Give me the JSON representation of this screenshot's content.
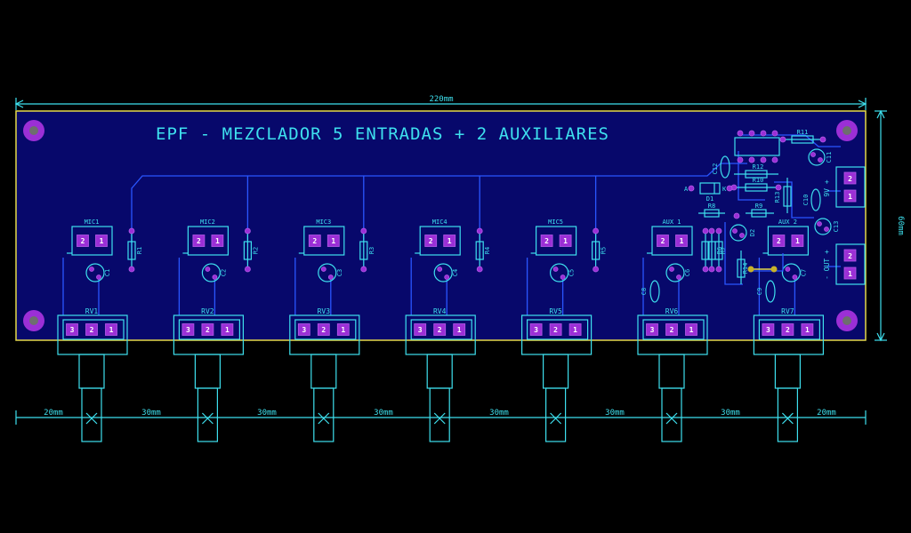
{
  "board": {
    "title": "EPF - MEZCLADOR 5 ENTRADAS + 2 AUXILIARES",
    "width_label": "220mm",
    "height_label": "60mm",
    "board_color": "#07086b",
    "outline_color": "#e5d94a",
    "silk_color": "#3ee0ee",
    "pad_color": "#9b2fd6",
    "trace_color": "#2a56ff"
  },
  "spacing_labels": [
    "20mm",
    "30mm",
    "30mm",
    "30mm",
    "30mm",
    "30mm",
    "30mm",
    "20mm"
  ],
  "channels": [
    {
      "input": "MIC1",
      "pot": "RV1",
      "resistor": "R1",
      "cap": "C1"
    },
    {
      "input": "MIC2",
      "pot": "RV2",
      "resistor": "R2",
      "cap": "C2"
    },
    {
      "input": "MIC3",
      "pot": "RV3",
      "resistor": "R3",
      "cap": "C3"
    },
    {
      "input": "MIC4",
      "pot": "RV4",
      "resistor": "R4",
      "cap": "C4"
    },
    {
      "input": "MIC5",
      "pot": "RV5",
      "resistor": "R5",
      "cap": "C5"
    },
    {
      "input": "AUX 1",
      "pot": "RV6",
      "resistor": "R6",
      "cap": "C6"
    },
    {
      "input": "AUX 2",
      "pot": "RV7",
      "resistor": "",
      "cap": "C7"
    }
  ],
  "pad_numbers": {
    "one": "1",
    "two": "2",
    "three": "3"
  },
  "misc_labels": {
    "r7": "R7",
    "r8": "R8",
    "r9": "R9",
    "r10": "R10",
    "r11": "R11",
    "r12": "R12",
    "r13": "R13",
    "r14": "R14",
    "c8": "C8",
    "c9": "C9",
    "c10": "C10",
    "c11": "C11",
    "c12": "C12",
    "c13": "C13",
    "d1": "D1",
    "d2": "D2",
    "a": "A",
    "k": "K",
    "power": "9V +",
    "out": "- OUT +"
  }
}
